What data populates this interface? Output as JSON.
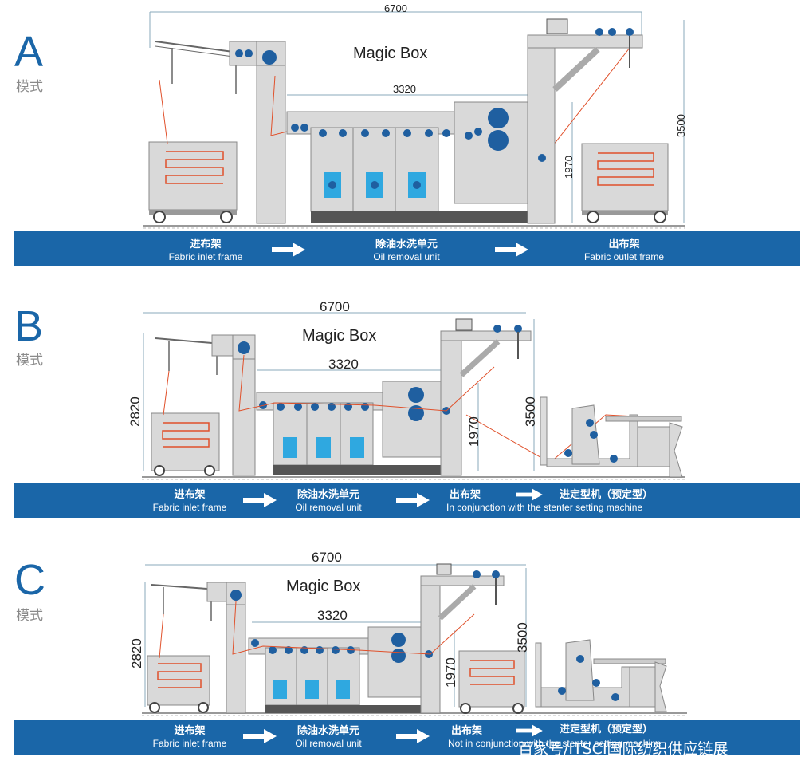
{
  "colors": {
    "accent": "#1a66a8",
    "machine": "#d9d9d9",
    "roller": "#1f5fa0",
    "fabric": "#e0502a",
    "water": "#2fa8e0",
    "base": "#555555"
  },
  "sections": [
    {
      "letter": "A",
      "mode": "模式",
      "title": "Magic Box",
      "dims": {
        "width_total": "6700",
        "width_unit": "3320",
        "height_total": "3500",
        "height_outlet": "1970"
      },
      "steps": [
        {
          "cn": "进布架",
          "en": "Fabric inlet frame"
        },
        {
          "cn": "除油水洗单元",
          "en": "Oil removal unit"
        },
        {
          "cn": "出布架",
          "en": "Fabric outlet frame"
        }
      ]
    },
    {
      "letter": "B",
      "mode": "模式",
      "title": "Magic Box",
      "dims": {
        "width_total": "6700",
        "width_unit": "3320",
        "height_total": "3500",
        "height_outlet": "1970",
        "height_inlet": "2820"
      },
      "steps": [
        {
          "cn": "进布架",
          "en": "Fabric inlet frame"
        },
        {
          "cn": "除油水洗单元",
          "en": "Oil removal unit"
        },
        {
          "cn": "出布架",
          "en": "In conjunction with the stenter setting machine"
        },
        {
          "cn": "进定型机（预定型）",
          "en": ""
        }
      ]
    },
    {
      "letter": "C",
      "mode": "模式",
      "title": "Magic Box",
      "dims": {
        "width_total": "6700",
        "width_unit": "3320",
        "height_total": "3500",
        "height_outlet": "1970",
        "height_inlet": "2820"
      },
      "steps": [
        {
          "cn": "进布架",
          "en": "Fabric inlet frame"
        },
        {
          "cn": "除油水洗单元",
          "en": "Oil removal unit"
        },
        {
          "cn": "出布架",
          "en": "Not in conjunction with the stenter setting machine"
        },
        {
          "cn": "进定型机（预定型）",
          "en": ""
        }
      ]
    }
  ],
  "watermark": "百家号/ITSCI国际纺织供应链展"
}
